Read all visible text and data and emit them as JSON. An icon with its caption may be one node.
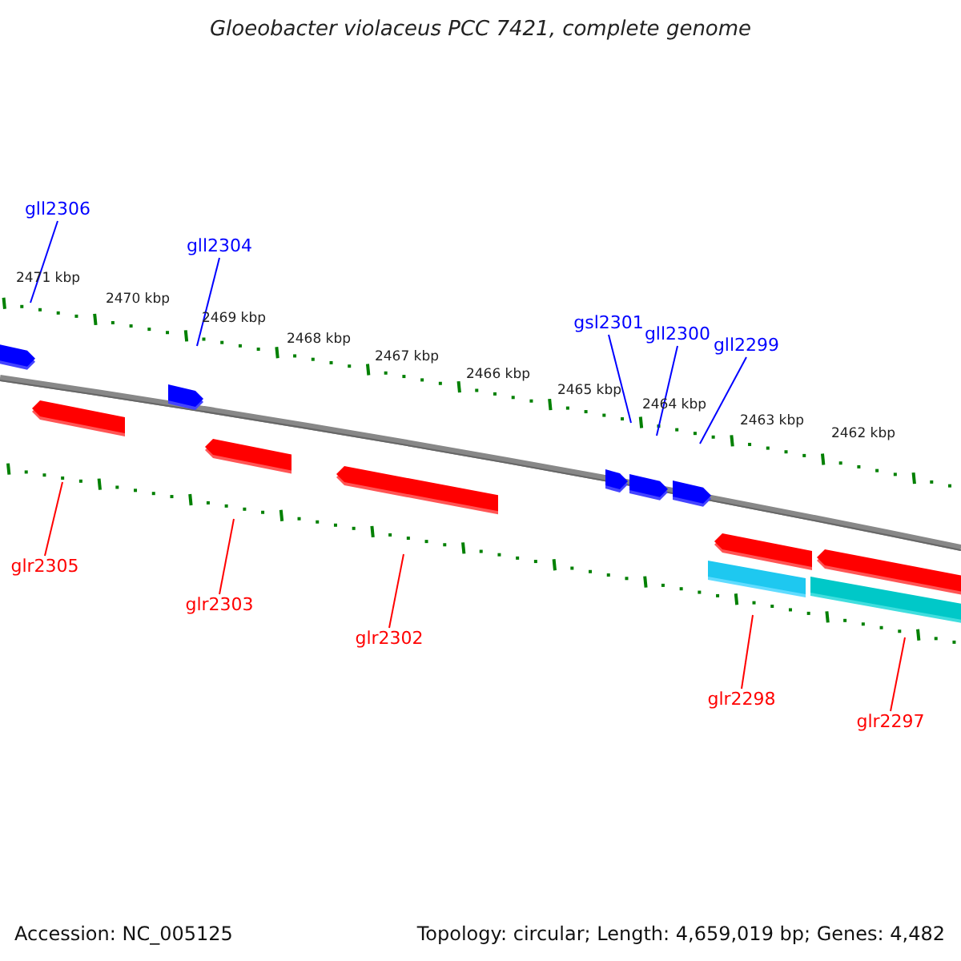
{
  "diagram": {
    "title": "Gloeobacter violaceus PCC 7421, complete genome",
    "nodes": [
      {
        "text": [
          "gll2306"
        ]
      },
      {
        "text": [
          "gll2304"
        ]
      },
      {
        "text": [
          "gsl2301"
        ]
      },
      {
        "text": [
          "gll2300"
        ]
      },
      {
        "text": [
          "gll2299"
        ]
      },
      {
        "text": [
          "glr2305"
        ]
      },
      {
        "text": [
          "glr2303"
        ]
      },
      {
        "text": [
          "glr2302"
        ]
      },
      {
        "text": [
          "glr2298"
        ]
      },
      {
        "text": [
          "glr2297"
        ]
      }
    ],
    "edges": [
      {
        "from": 0,
        "to": null,
        "arrow": "none",
        "color": "#0000ff"
      },
      {
        "from": 1,
        "to": null,
        "arrow": "none",
        "color": "#0000ff"
      },
      {
        "from": 2,
        "to": null,
        "arrow": "none",
        "color": "#0000ff"
      },
      {
        "from": 3,
        "to": null,
        "arrow": "none",
        "color": "#0000ff"
      },
      {
        "from": 4,
        "to": null,
        "arrow": "none",
        "color": "#0000ff"
      },
      {
        "from": 5,
        "to": null,
        "arrow": "none",
        "color": "#ff0000"
      },
      {
        "from": 6,
        "to": null,
        "arrow": "none",
        "color": "#ff0000"
      },
      {
        "from": 7,
        "to": null,
        "arrow": "none",
        "color": "#ff0000"
      },
      {
        "from": 8,
        "to": null,
        "arrow": "none",
        "color": "#ff0000"
      },
      {
        "from": 9,
        "to": null,
        "arrow": "none",
        "color": "#ff0000"
      }
    ],
    "labels": [
      "2471 kbp",
      "2470 kbp",
      "2469 kbp",
      "2468 kbp",
      "2467 kbp",
      "2466 kbp",
      "2465 kbp",
      "2464 kbp",
      "2463 kbp",
      "2462 kbp",
      "Accession: NC_005125",
      "Topology: circular; Length: 4,659,019 bp; Genes: 4,482"
    ]
  }
}
